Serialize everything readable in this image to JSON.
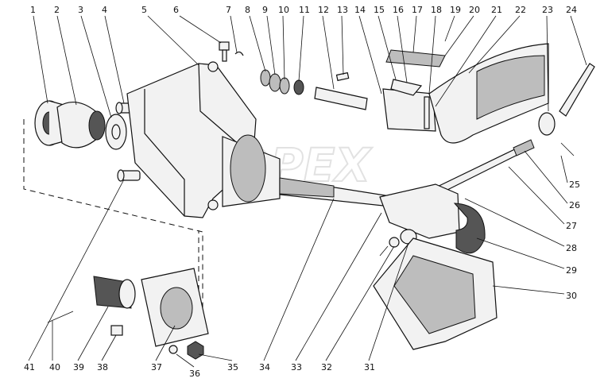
{
  "watermark": "OPEX",
  "part_numbers": [
    "1",
    "2",
    "3",
    "4",
    "5",
    "6",
    "7",
    "8",
    "9",
    "10",
    "11",
    "12",
    "13",
    "14",
    "15",
    "16",
    "17",
    "18",
    "19",
    "20",
    "21",
    "22",
    "23",
    "24",
    "25",
    "26",
    "27",
    "28",
    "29",
    "30",
    "31",
    "32",
    "33",
    "34",
    "35",
    "36",
    "37",
    "38",
    "39",
    "40",
    "41"
  ],
  "colors": {
    "ink": "#111111",
    "paper": "#ffffff",
    "shade": "#555555"
  }
}
